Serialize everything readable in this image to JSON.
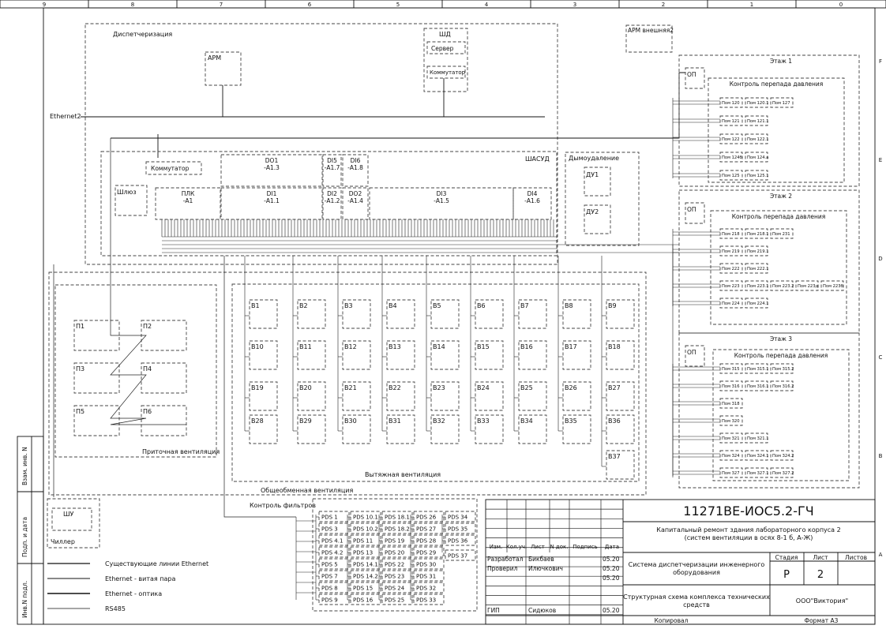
{
  "frame": {
    "columns": [
      "9",
      "8",
      "7",
      "6",
      "5",
      "4",
      "3",
      "2",
      "1",
      "0"
    ],
    "rows": [
      "F",
      "E",
      "D",
      "C",
      "B",
      "A"
    ],
    "side_stamp": [
      "Взам. инв. N",
      "Подп. и дата",
      "Инв.N подл."
    ]
  },
  "dispatch": {
    "title": "Диспетчеризация",
    "arm": "АРМ",
    "shd": "ШД",
    "server": "Сервер",
    "switch": "Коммутатор",
    "arm_external": "АРМ внешняя2",
    "ethernet": "Ethernet2"
  },
  "shasud": {
    "title": "ШАСУД",
    "switch": "Коммутатор",
    "gateway": "Шлюз",
    "modules": [
      {
        "name": "ПЛК",
        "code": "-А1"
      },
      {
        "name": "DO1",
        "code": "-А1.3"
      },
      {
        "name": "DI1",
        "code": "-А1.1"
      },
      {
        "name": "DI5",
        "code": "-А1.7"
      },
      {
        "name": "DI6",
        "code": "-А1.8"
      },
      {
        "name": "DI2",
        "code": "-А1.2"
      },
      {
        "name": "DO2",
        "code": "-А1.4"
      },
      {
        "name": "DI3",
        "code": "-А1.5"
      },
      {
        "name": "DI4",
        "code": "-А1.6"
      }
    ]
  },
  "smoke": {
    "title": "Дымоудаление",
    "items": [
      "ДУ1",
      "ДУ2"
    ]
  },
  "floors": [
    {
      "title": "Этаж 1",
      "op": "ОП",
      "control": "Контроль перепада давления",
      "rows": [
        [
          "Пом 120",
          "Пом 120.1",
          "Пом 127"
        ],
        [
          "Пом 121",
          "Пом 121.1"
        ],
        [
          "Пом 122",
          "Пом 122.1"
        ],
        [
          "Пом 124б",
          "Пом 124.а"
        ],
        [
          "Пом 125",
          "Пом 125.1"
        ]
      ]
    },
    {
      "title": "Этаж 2",
      "op": "ОП",
      "control": "Контроль перепада давления",
      "rows": [
        [
          "Пом 218",
          "Пом 218.1",
          "Пом 231"
        ],
        [
          "Пом 219",
          "Пом 219.1"
        ],
        [
          "Пом 222",
          "Пом 222.1"
        ],
        [
          "Пом 223",
          "Пом 223.1",
          "Пом 223.2",
          "Пом 223д",
          "Пом 223б"
        ],
        [
          "Пом 224",
          "Пом 224.1"
        ]
      ]
    },
    {
      "title": "Этаж 3",
      "op": "ОП",
      "control": "Контроль перепада давления",
      "rows": [
        [
          "Пом 315",
          "Пом 315.1",
          "Пом 315.2"
        ],
        [
          "Пом 316",
          "Пом 316.1",
          "Пом 316.2"
        ],
        [
          "Пом 318"
        ],
        [
          "Пом 320"
        ],
        [
          "Пом 321",
          "Пом 321.1"
        ],
        [
          "Пом 324",
          "Пом 324.1",
          "Пом 324.2"
        ],
        [
          "Пом 327",
          "Пом 327.1",
          "Пом 327.2"
        ]
      ]
    }
  ],
  "ventilation": {
    "general_title": "Общеобменная вентиляция",
    "supply_title": "Приточная вентиляция",
    "exhaust_title": "Вытяжная вентиляция",
    "supply_units": [
      "П1",
      "П2",
      "П3",
      "П4",
      "П5",
      "П6"
    ],
    "exhaust_units": [
      [
        "В1",
        "В2",
        "В3",
        "В4",
        "В5",
        "В6",
        "В7",
        "В8",
        "В9"
      ],
      [
        "В10",
        "В11",
        "В12",
        "В13",
        "В14",
        "В15",
        "В16",
        "В17",
        "В18"
      ],
      [
        "В19",
        "В20",
        "В21",
        "В22",
        "В23",
        "В24",
        "В25",
        "В26",
        "В27"
      ],
      [
        "В28",
        "В29",
        "В30",
        "В31",
        "В32",
        "В33",
        "В34",
        "В35",
        "В36"
      ],
      [
        "",
        "",
        "",
        "",
        "",
        "",
        "",
        "",
        "В37"
      ]
    ]
  },
  "chiller": {
    "shu": "ШУ",
    "title": "Чиллер"
  },
  "filters": {
    "title": "Контроль фильтров",
    "columns": [
      [
        "PDS 1",
        "PDS 3",
        "PDS 4.1",
        "PDS 4.2",
        "PDS 5",
        "PDS 7",
        "PDS 8",
        "PDS 9"
      ],
      [
        "PDS 10.1",
        "PDS 10.2",
        "PDS 11",
        "PDS 13",
        "PDS 14.1",
        "PDS 14.2",
        "PDS 15",
        "PDS 16"
      ],
      [
        "PDS 18.1",
        "PDS 18.2",
        "PDS 19",
        "PDS 20",
        "PDS 22",
        "PDS 23",
        "PDS 24",
        "PDS 25"
      ],
      [
        "PDS 26",
        "PDS 27",
        "PDS 28",
        "PDS 29",
        "PDS 30",
        "PDS 31",
        "PDS 32",
        "PDS 33"
      ],
      [
        "PDS 34",
        "PDS 35",
        "PDS 36",
        "PDS 37"
      ]
    ]
  },
  "legend": [
    {
      "label": "Существующие линии Ethernet"
    },
    {
      "label": "Ethernet - витая пара"
    },
    {
      "label": "Ethernet - оптика"
    },
    {
      "label": "RS485"
    }
  ],
  "title_block": {
    "code": "11271ВЕ-ИОС5.2-ГЧ",
    "project_line1": "Капитальный ремонт здания лабораторного корпуса 2",
    "project_line2": "(систем вентиляции в осях 8-1 б, А-Ж)",
    "headers": [
      "Изм.",
      "Кол.уч.",
      "Лист",
      "N док.",
      "Подпись",
      "Дата"
    ],
    "people": [
      {
        "role": "Разработал",
        "name": "Бикбаев",
        "date": "05.20"
      },
      {
        "role": "Проверил",
        "name": "Илючкович",
        "date": "05.20"
      },
      {
        "role": "",
        "name": "",
        "date": "05.20"
      },
      {
        "role": "ГИП",
        "name": "Сидюков",
        "date": "05.20"
      }
    ],
    "system_line1": "Система диспетчеризации инженерного",
    "system_line2": "оборудования",
    "sheet_line1": "Структурная схема комплекса технических",
    "sheet_line2": "средств",
    "stage_label": "Стадия",
    "sheet_label": "Лист",
    "sheets_label": "Листов",
    "stage": "Р",
    "sheet": "2",
    "company": "ООО\"Виктория\"",
    "copied": "Копировал",
    "format": "Формат  А3"
  }
}
